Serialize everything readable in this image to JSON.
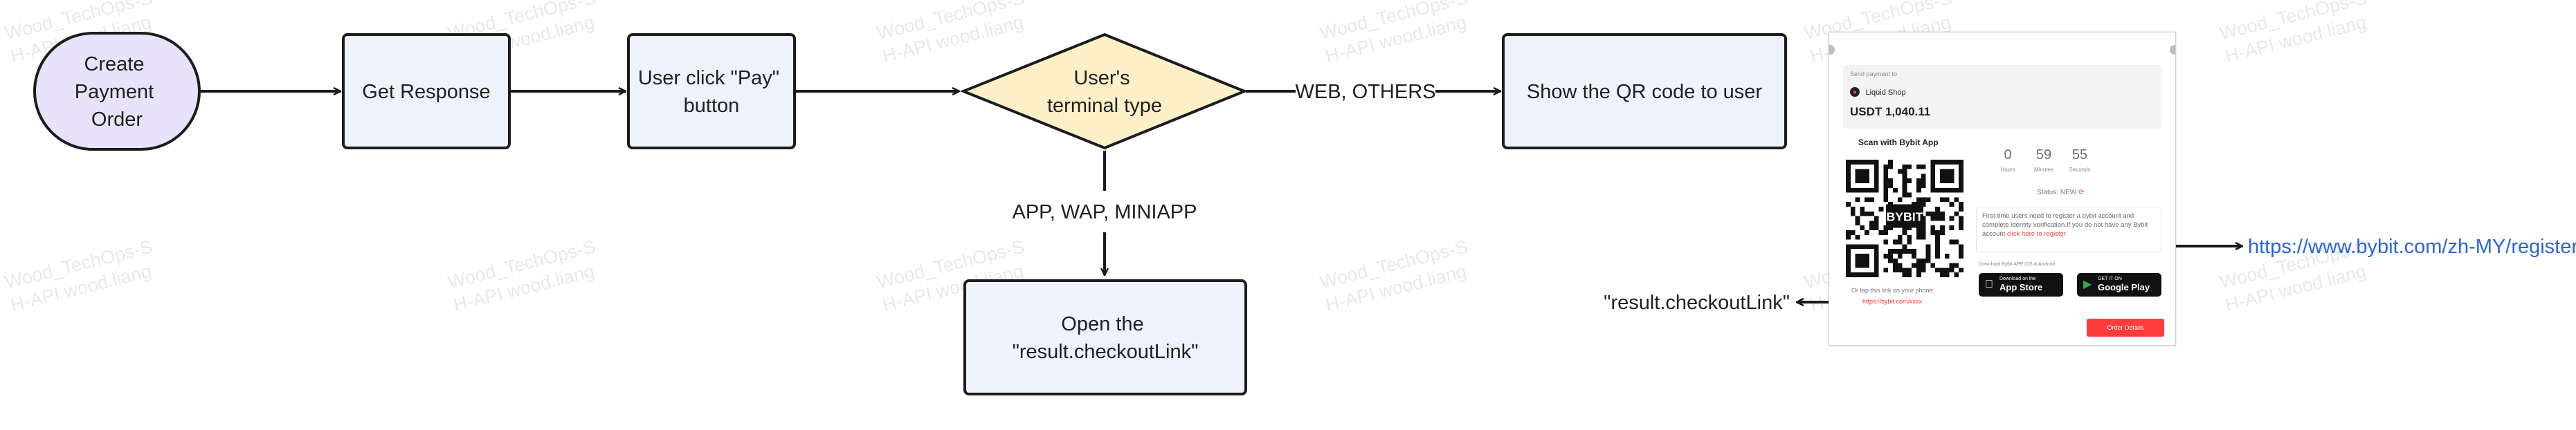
{
  "nodes": {
    "create_order": [
      "Create",
      "Payment",
      "Order"
    ],
    "get_response": "Get Response",
    "user_click": [
      "User click \"Pay\"",
      "button"
    ],
    "terminal_type": [
      "User's",
      "terminal type"
    ],
    "show_qr": "Show the QR code to user",
    "open_link": [
      "Open the",
      "\"result.checkoutLink\""
    ]
  },
  "edges": {
    "web_label": "WEB, OTHERS",
    "app_label": "APP, WAP, MINIAPP"
  },
  "annotations": {
    "checkout_link": "\"result.checkoutLink\"",
    "register_url": "https://www.bybit.com/zh-MY/register"
  },
  "watermark": [
    "Wood_TechOps-S",
    "H-API wood.liang"
  ],
  "checkout_card": {
    "send_payment_to": "Send payment to",
    "shop_name": "Liquid Shop",
    "amount": "USDT 1,040.11",
    "scan_title": "Scan with Bybit App",
    "qr_center": "BYBIT",
    "countdown": {
      "hours": "0",
      "hours_label": "Hours",
      "minutes": "59",
      "minutes_label": "Minutes",
      "seconds": "55",
      "seconds_label": "Seconds"
    },
    "status": "Status: NEW",
    "info_text": "First-time users need to register a bybit account and complete identity verification.If you do not have any Bybit account",
    "info_link": "click here to register",
    "download_label": "Download Bybit APP iOS & Android",
    "tap_link_text": "Or tap this link on your phone:",
    "tap_link_url": "https://bybit.com/xxxx",
    "app_store_small": "Download on the",
    "app_store": "App Store",
    "google_play_small": "GET IT ON",
    "google_play": "Google Play",
    "order_details": "Order Details"
  },
  "colors": {
    "start_fill": "#e8e3fb",
    "start_stroke": "#1c1c1c",
    "process_fill": "#eef2fc",
    "decision_fill": "#fdf0c8",
    "link_blue": "#2b63e0",
    "accent_red": "#ff3b3b"
  }
}
